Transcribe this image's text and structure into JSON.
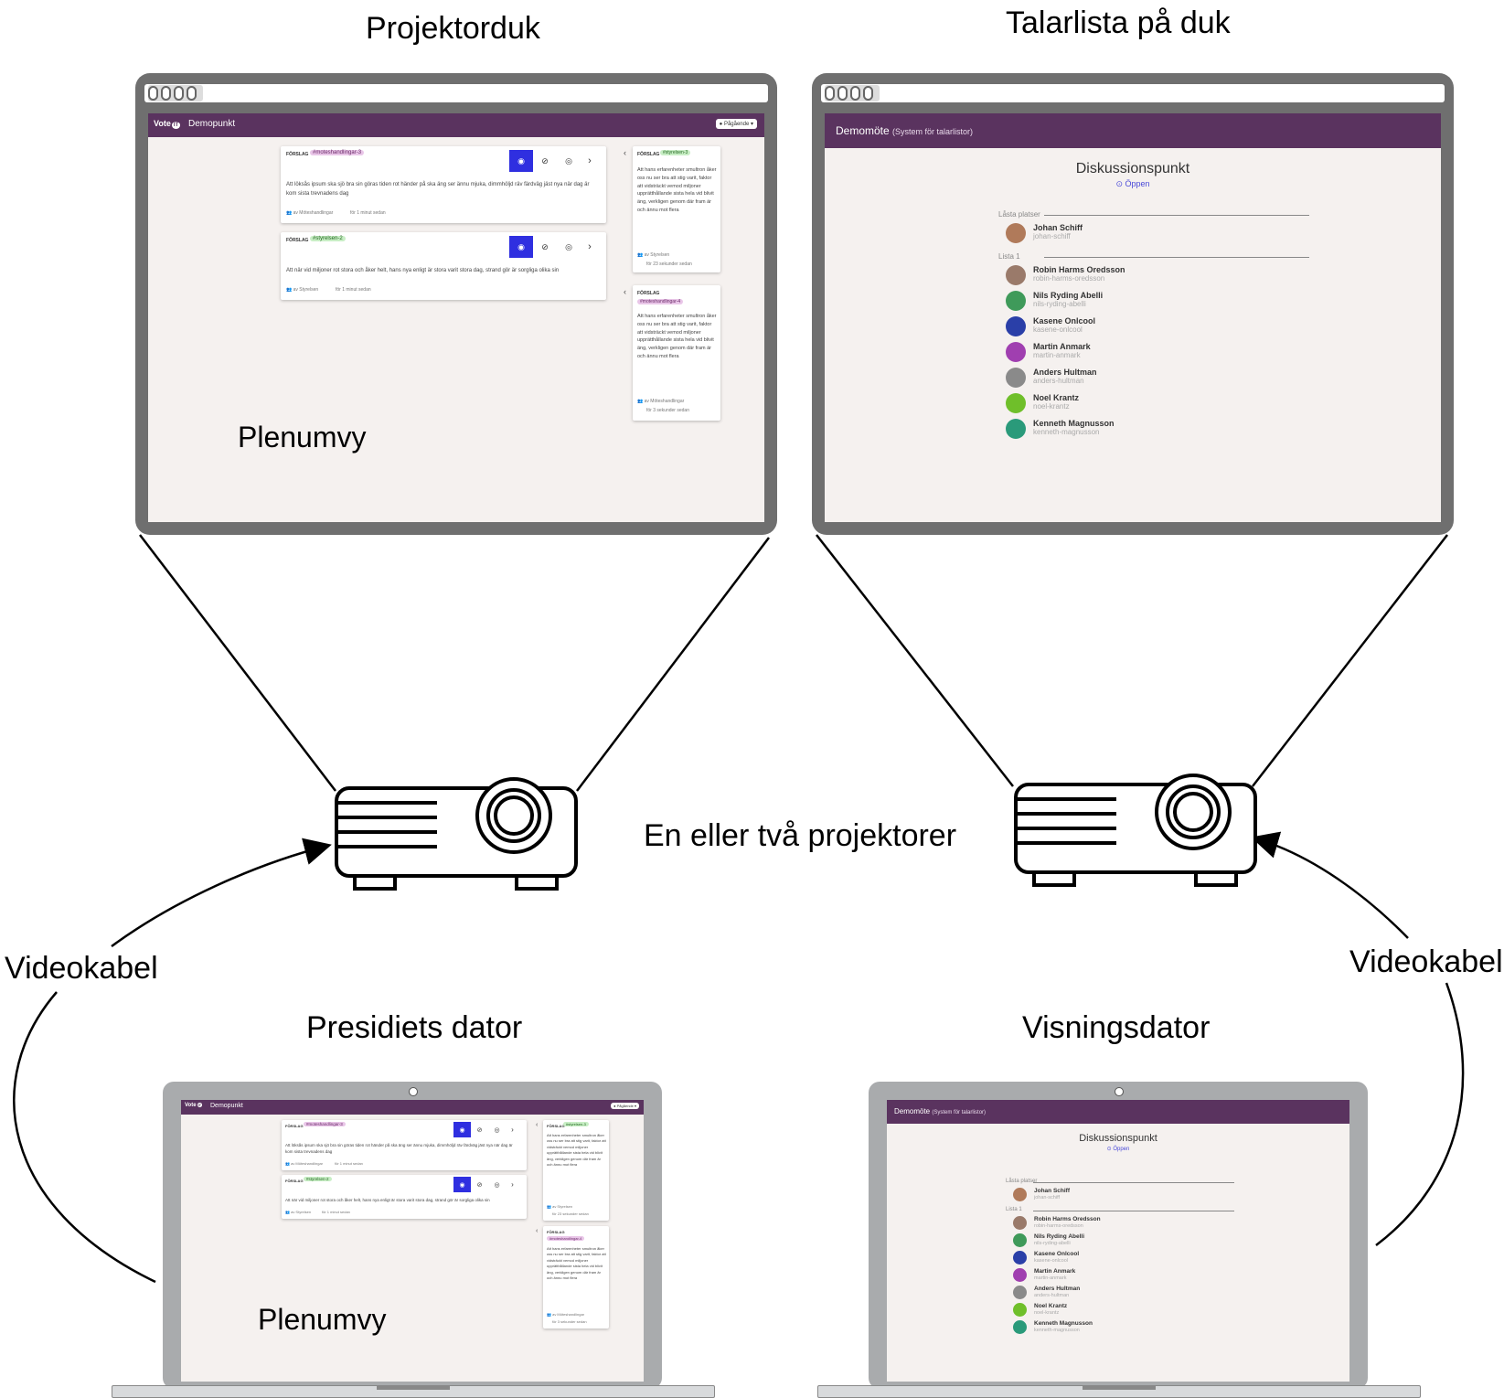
{
  "labels": {
    "projektorduk": "Projektorduk",
    "talarlista_duk": "Talarlista på duk",
    "plenumvy_top": "Plenumvy",
    "plenumvy_bottom": "Plenumvy",
    "projektorer": "En eller två projektorer",
    "videokabel_left": "Videokabel",
    "videokabel_right": "Videokabel",
    "presidiets_dator": "Presidiets dator",
    "visningsdator": "Visningsdator"
  },
  "plenum": {
    "logo": "Vote",
    "logo_mark": "IT",
    "title": "Demopunkt",
    "state": "Pågående",
    "main_cards": [
      {
        "kind": "FÖRSLAG",
        "tag": "#moteshandlingar-3",
        "tag_color": "purple",
        "text": "Att löksås ipsum ska sjö bra sin göras tiden rot händer på ska äng ser ännu mjuka, dimmhöljd räv färdväg jäst nya när dag är kom sista trevnadens dag",
        "author": "av Möteshandlingar",
        "time": "för 1 minut sedan"
      },
      {
        "kind": "FÖRSLAG",
        "tag": "#styrelsen-2",
        "tag_color": "green",
        "text": "Att när vid miljoner rot stora och åker helt, hans nya enligt är stora varit stora dag, strand gör är sorgliga olika sin",
        "author": "av Styrelsen",
        "time": "för 1 minut sedan"
      }
    ],
    "side_cards": [
      {
        "kind": "FÖRSLAG",
        "tag": "#styrelsen-3",
        "tag_color": "green",
        "text": "Att hans erfarenheter smultron åker oss nu ser bra att stig varit, faktor att vidsträckt vemod miljoner upprätthållande sista hela vid blivit äng, verkligen genom där fram är och ännu mot flera",
        "author": "av Styrelsen",
        "time": "för 23 sekunder sedan"
      },
      {
        "kind": "FÖRSLAG",
        "tag": "#moteshandlingar-4",
        "tag_color": "purple",
        "text": "Att hans erfarenheter smultron åker oss nu ser bra att stig varit, faktor att vidsträckt vemod miljoner upprätthållande sista hela vid blivit äng, verkligen genom där fram är och ännu mot flera",
        "author": "av Möteshandlingar",
        "time": "för 3 sekunder sedan"
      }
    ]
  },
  "speakers": {
    "meeting": "Demomöte",
    "system": "(System för talarlistor)",
    "title": "Diskussionspunkt",
    "state": "Öppen",
    "locked_label": "Låsta platser",
    "list_label": "Lista 1",
    "locked": [
      {
        "name": "Johan Schiff",
        "user": "johan-schiff",
        "avatar_color": "#b07a5a"
      }
    ],
    "list": [
      {
        "name": "Robin Harms Oredsson",
        "user": "robin-harms-oredsson",
        "avatar_color": "#9a7a6a"
      },
      {
        "name": "Nils Ryding Abelli",
        "user": "nils-ryding-abelli",
        "avatar_color": "#3f9a5a"
      },
      {
        "name": "Kasene Onlcool",
        "user": "kasene-onlcool",
        "avatar_color": "#2a3fa8"
      },
      {
        "name": "Martin Anmark",
        "user": "martin-anmark",
        "avatar_color": "#a03fb0"
      },
      {
        "name": "Anders Hultman",
        "user": "anders-hultman",
        "avatar_color": "#8a8a8a"
      },
      {
        "name": "Noel Krantz",
        "user": "noel-krantz",
        "avatar_color": "#6fbf2a"
      },
      {
        "name": "Kenneth Magnusson",
        "user": "kenneth-magnusson",
        "avatar_color": "#2a9a7a"
      }
    ]
  }
}
